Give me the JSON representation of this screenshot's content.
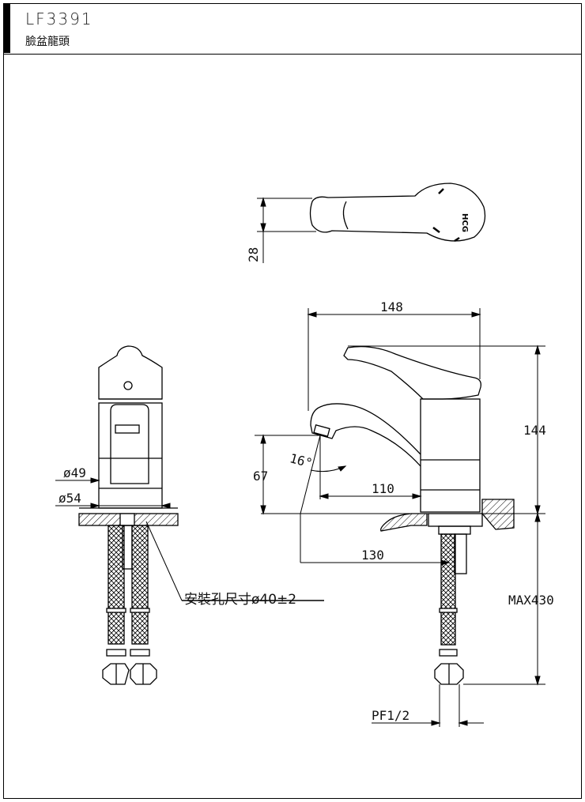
{
  "header": {
    "model": "LF3391",
    "product_name": "臉盆龍頭"
  },
  "dimensions": {
    "handle_height": "28",
    "overall_length": "148",
    "height_to_handle": "144",
    "spout_height": "67",
    "spout_angle": "16°",
    "spout_reach": "110",
    "spout_to_center": "130",
    "max_hose": "MAX430",
    "connector": "PF1/2",
    "dia_49": "ø49",
    "dia_54": "ø54",
    "install_hole": "安裝孔尺寸ø40±2"
  }
}
